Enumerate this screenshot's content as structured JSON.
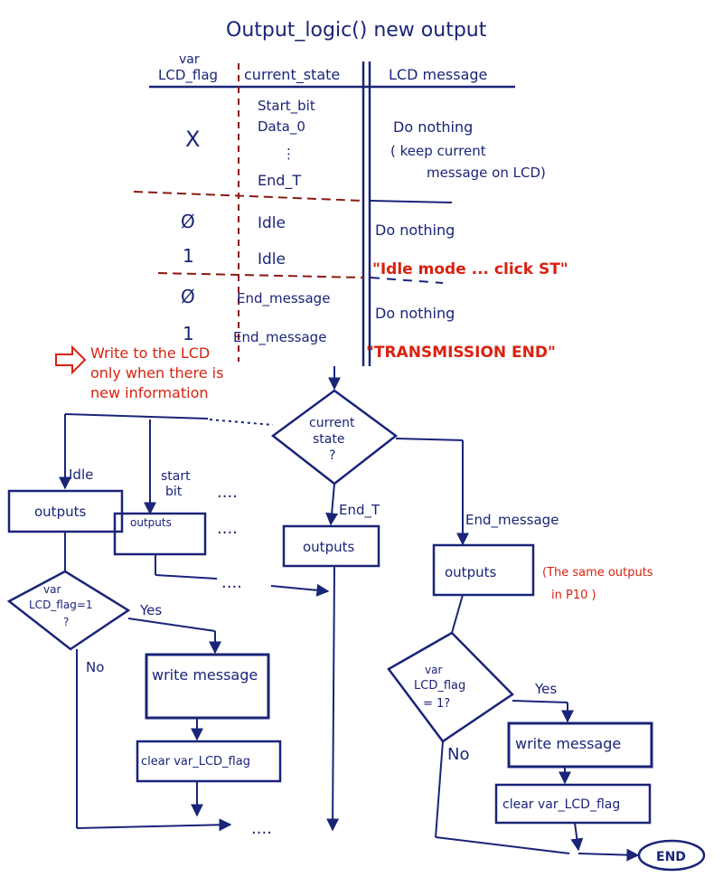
{
  "title": "Output_logic() new output",
  "table": {
    "headers": [
      "var LCD_flag",
      "current_state",
      "LCD message"
    ],
    "header_var_line1": "var",
    "header_var_line2": "LCD_flag",
    "rows": [
      {
        "flag": "X",
        "states": [
          "Start_bit",
          "Data_0",
          "⋮",
          "End_T"
        ],
        "message_lines": [
          "Do nothing",
          "( keep current",
          "message on LCD)"
        ]
      },
      {
        "flag": "Ø",
        "states": [
          "Idle"
        ],
        "message_lines": [
          "Do nothing"
        ]
      },
      {
        "flag": "1",
        "states": [
          "Idle"
        ],
        "message_lines": [
          "\"Idle mode ... click ST\""
        ]
      },
      {
        "flag": "Ø",
        "states": [
          "End_message"
        ],
        "message_lines": [
          "Do nothing"
        ]
      },
      {
        "flag": "1",
        "states": [
          "End_message"
        ],
        "message_lines": [
          "\"TRANSMISSION END\""
        ]
      }
    ]
  },
  "note": [
    "Write to the LCD",
    "only when there is",
    "new information"
  ],
  "flow": {
    "decision_main": [
      "current",
      "state",
      "?"
    ],
    "branches": {
      "idle": "Idle",
      "start_bit": [
        "start",
        "bit"
      ],
      "dots": "....",
      "end_t": "End_T",
      "end_message": "End_message"
    },
    "outputs": "outputs",
    "outputs_note": [
      "(The same outputs",
      "in P10 )"
    ],
    "decision_left": [
      "var",
      "LCD_flag=1",
      "?"
    ],
    "decision_right": [
      "var",
      "LCD_flag",
      "= 1?"
    ],
    "yes": "Yes",
    "no": "No",
    "write_message": "write message",
    "clear_flag": "clear var_LCD_flag",
    "ellipsis": "....",
    "end": "END"
  }
}
